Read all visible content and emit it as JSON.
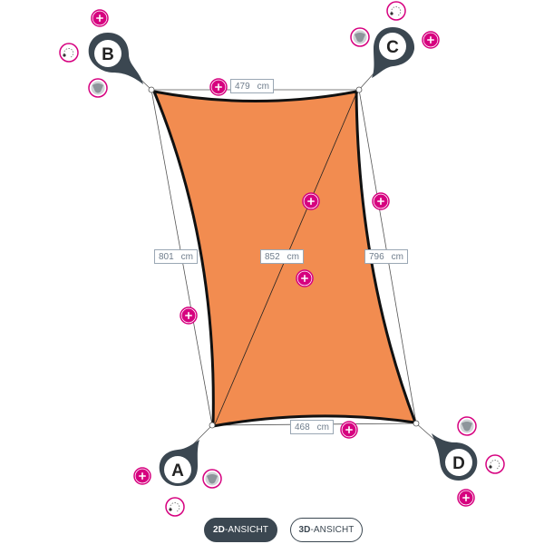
{
  "dimensions": {
    "top": {
      "value": "479",
      "unit": "cm"
    },
    "left": {
      "value": "801",
      "unit": "cm"
    },
    "diagonal": {
      "value": "852",
      "unit": "cm"
    },
    "right": {
      "value": "796",
      "unit": "cm"
    },
    "bottom": {
      "value": "468",
      "unit": "cm"
    }
  },
  "corners": {
    "a": "A",
    "b": "B",
    "c": "C",
    "d": "D"
  },
  "view_toggle": {
    "view_2d_bold": "2D",
    "view_2d_rest": "-ANSICHT",
    "view_3d_bold": "3D",
    "view_3d_rest": "-ANSICHT",
    "active": "2D"
  },
  "colors": {
    "sail_fill": "#F28C50",
    "accent_plus": "#D6007F",
    "marker_dark": "#3B4751"
  },
  "icons": [
    "plus-icon",
    "rotate-icon",
    "mount-icon"
  ]
}
